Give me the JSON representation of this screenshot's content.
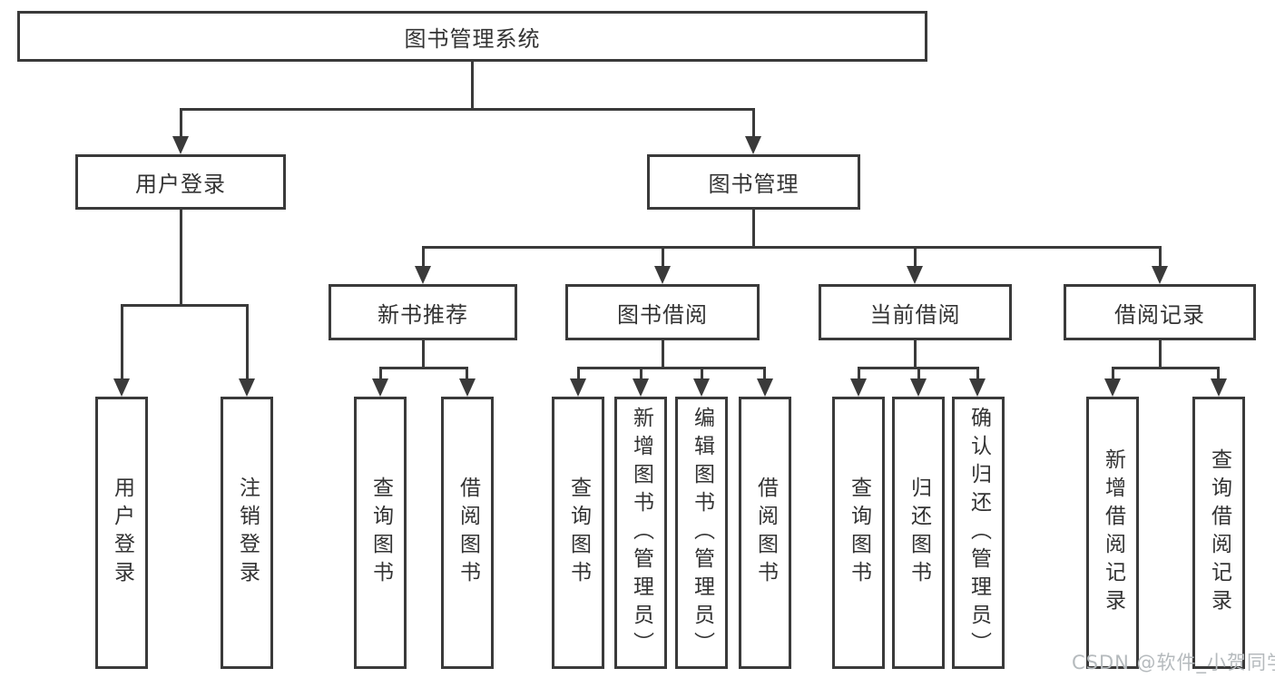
{
  "nodes": {
    "root": "图书管理系统",
    "level2": {
      "user_login": "用户登录",
      "book_mgmt": "图书管理"
    },
    "level3": {
      "new_book_rec": "新书推荐",
      "book_borrow": "图书借阅",
      "current_borrow": "当前借阅",
      "borrow_records": "借阅记录"
    },
    "leaves": {
      "user_login": [
        "用户登录",
        "注销登录"
      ],
      "new_book_rec": [
        "查询图书",
        "借阅图书"
      ],
      "book_borrow": [
        "查询图书",
        "新增图书（管理员）",
        "编辑图书（管理员）",
        "借阅图书"
      ],
      "current_borrow": [
        "查询图书",
        "归还图书",
        "确认归还（管理员）"
      ],
      "borrow_records": [
        "新增借阅记录",
        "查询借阅记录"
      ]
    }
  },
  "watermark": "CSDN @软件_小贺同学",
  "colors": {
    "line": "#3a3a3a",
    "text": "#333333",
    "watermark": "#b5babd",
    "background": "#ffffff"
  }
}
